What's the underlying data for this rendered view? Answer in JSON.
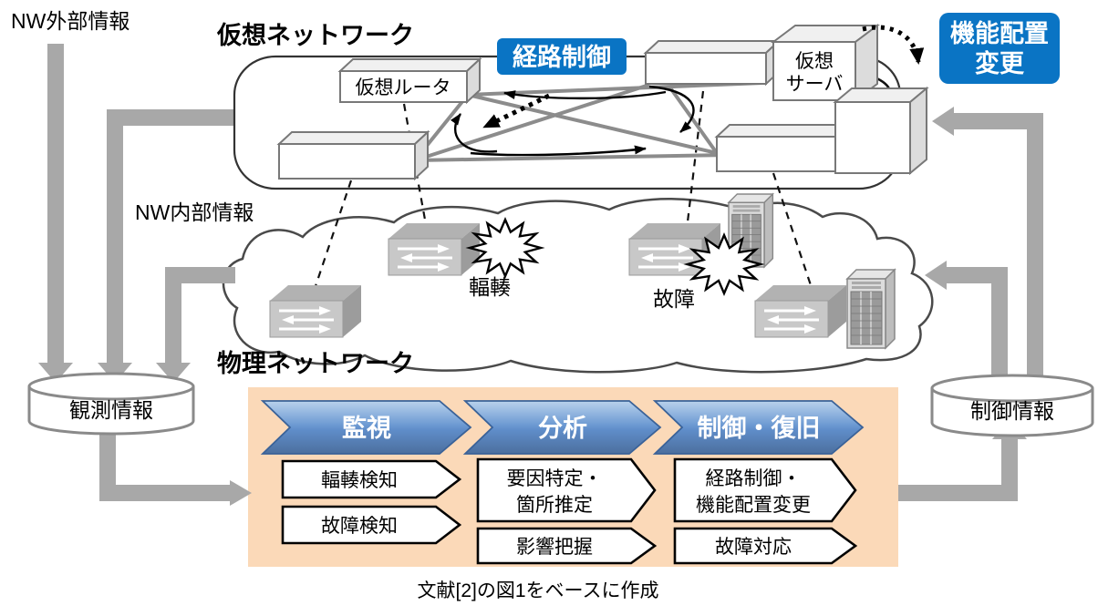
{
  "diagram": {
    "external_info_label": "NW外部情報",
    "internal_info_label": "NW内部情報",
    "caption": "文献[2]の図1をベースに作成"
  },
  "virtual_network": {
    "title": "仮想ネットワーク",
    "route_control_badge": "経路制御",
    "virtual_router_label": "仮想ルータ",
    "virtual_server_label": [
      "仮想",
      "サーバ"
    ],
    "function_relocation_badge": [
      "機能配置",
      "変更"
    ]
  },
  "physical_network": {
    "title": "物理ネットワーク",
    "congestion_label": "輻輳",
    "failure_label": "故障"
  },
  "datastores": {
    "observed_info": "観測情報",
    "control_info": "制御情報"
  },
  "process_panel": {
    "stages": [
      {
        "label": "監視",
        "steps": [
          {
            "lines": [
              "輻輳検知"
            ]
          },
          {
            "lines": [
              "故障検知"
            ]
          }
        ]
      },
      {
        "label": "分析",
        "steps": [
          {
            "lines": [
              "要因特定・",
              "箇所推定"
            ]
          },
          {
            "lines": [
              "影響把握"
            ]
          }
        ]
      },
      {
        "label": "制御・復旧",
        "steps": [
          {
            "lines": [
              "経路制御・",
              "機能配置変更"
            ]
          },
          {
            "lines": [
              "故障対応"
            ]
          }
        ]
      }
    ]
  },
  "colors": {
    "badge_blue": "#0a74c4",
    "chevron_blue": "#6d9ad3",
    "panel_orange": "#fbd9b8",
    "arrow_gray": "#a8a8a8"
  }
}
